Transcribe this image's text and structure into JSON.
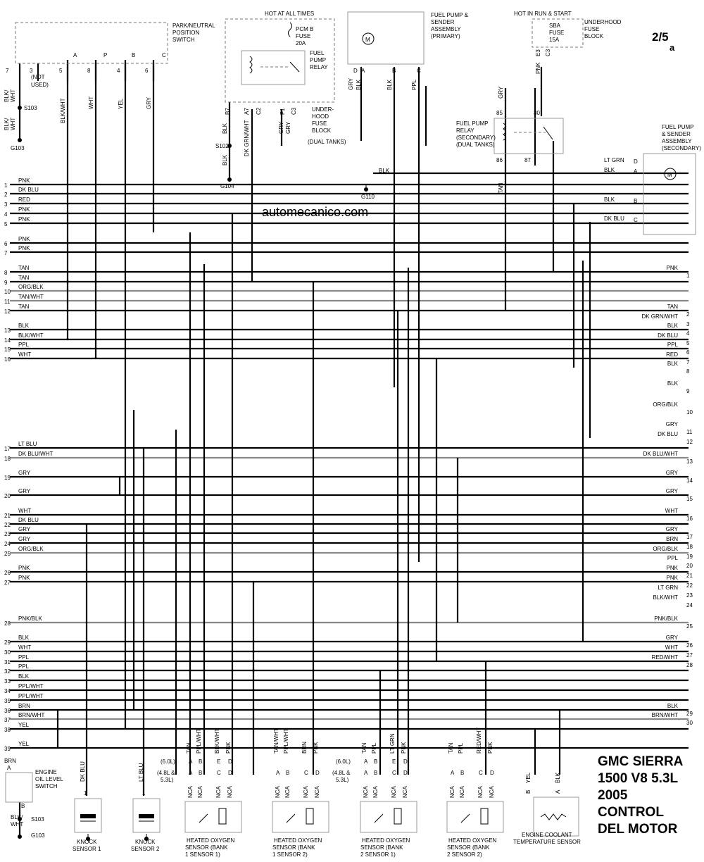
{
  "page": {
    "number": "2/5",
    "sub": "a"
  },
  "watermark": "automecanico.com",
  "footer_title": [
    "GMC SIERRA",
    "1500 V8 5.3L",
    "2005",
    "CONTROL",
    "DEL MOTOR"
  ],
  "colors": {
    "wire": "#000000",
    "gray_wire": "#888888",
    "component_box": "#999999"
  },
  "components": {
    "pnp_switch": {
      "label": "PARK/NEUTRAL POSITION SWITCH",
      "positions": [
        "A",
        "P",
        "B",
        "C"
      ],
      "pins": [
        {
          "num": "7",
          "color": "BLK/WHT"
        },
        {
          "num": "3",
          "color": "(NOT USED)"
        },
        {
          "num": "5",
          "color": "BLK/WHT"
        },
        {
          "num": "8",
          "color": "WHT"
        },
        {
          "num": "4",
          "color": "YEL"
        },
        {
          "num": "6",
          "color": "GRY"
        }
      ],
      "splice": "S103",
      "ground": "G103"
    },
    "underhood_fuse_block_a": {
      "header": "HOT AT ALL TIMES",
      "fuse": [
        "PCM B",
        "FUSE",
        "20A"
      ],
      "relay": [
        "FUEL",
        "PUMP",
        "RELAY"
      ],
      "footer": [
        "UNDER-",
        "HOOD",
        "FUSE",
        "BLOCK"
      ],
      "pins": [
        {
          "num": "B7",
          "color": "BLK"
        },
        {
          "num": "A7",
          "color": "DK GRN/WHT"
        },
        {
          "num": "C2",
          "color": ""
        },
        {
          "num": "F1",
          "color": "GRY"
        },
        {
          "num": "C3",
          "color": "GRY"
        }
      ],
      "splice": "S102",
      "ground": "G104",
      "note": "(DUAL TANKS)"
    },
    "fuel_pump_primary": {
      "label": [
        "FUEL PUMP &",
        "SENDER",
        "ASSEMBLY",
        "(PRIMARY)"
      ],
      "motor": "M",
      "pins": [
        {
          "num": "D",
          "color": "GRY"
        },
        {
          "num": "A",
          "color": "BLK"
        },
        {
          "num": "B",
          "color": "BLK"
        },
        {
          "num": "C",
          "color": "PPL"
        }
      ],
      "ground": "G110"
    },
    "underhood_fuse_block_b": {
      "header": "HOT IN RUN & START",
      "fuse": [
        "SBA",
        "FUSE",
        "15A"
      ],
      "label": [
        "UNDERHOOD",
        "FUSE",
        "BLOCK"
      ],
      "pins": [
        "E3",
        "C3"
      ],
      "wire": "PNK"
    },
    "fuel_pump_relay_secondary": {
      "label": [
        "FUEL PUMP",
        "RELAY",
        "(SECONDARY)",
        "(DUAL TANKS)"
      ],
      "pins": [
        "85",
        "30",
        "86",
        "87"
      ],
      "wires": [
        "GRY",
        "TAN"
      ]
    },
    "fuel_pump_secondary": {
      "label": [
        "FUEL PUMP",
        "& SENDER",
        "ASSEMBLY",
        "(SECONDARY)"
      ],
      "motor": "M",
      "pins": [
        {
          "num": "D",
          "color": "LT GRN"
        },
        {
          "num": "A",
          "color": "BLK"
        },
        {
          "num": "B",
          "color": "BLK"
        },
        {
          "num": "C",
          "color": "DK BLU"
        }
      ]
    },
    "oil_level_switch": {
      "label": [
        "ENGINE",
        "OIL LEVEL",
        "SWITCH"
      ],
      "pins": [
        "A",
        "B"
      ],
      "wires": [
        "BRN",
        "BLK/WHT"
      ],
      "splice": "S103",
      "ground": "G103"
    },
    "knock_sensor_1": {
      "label": [
        "KNOCK",
        "SENSOR 1"
      ],
      "pin": "1",
      "wire": "DK BLU"
    },
    "knock_sensor_2": {
      "label": [
        "KNOCK",
        "SENSOR 2"
      ],
      "pin": "1",
      "wire": "LT BLU"
    },
    "o2_sensors": [
      {
        "label": [
          "HEATED OXYGEN",
          "SENSOR (BANK",
          "1 SENSOR 1)"
        ],
        "pins": [
          "A",
          "B",
          "C",
          "D"
        ],
        "wires": [
          "TAN",
          "PPL/WHT",
          "BLK/WHT",
          "PNK"
        ],
        "engine_notes": [
          "(6.0L)",
          "(4.8L &",
          "5.3L)"
        ],
        "alt_pins": [
          "A",
          "B",
          "E",
          "D"
        ],
        "nca": [
          "NCA",
          "NCA",
          "NCA",
          "NCA"
        ]
      },
      {
        "label": [
          "HEATED OXYGEN",
          "SENSOR (BANK",
          "1 SENSOR 2)"
        ],
        "pins": [
          "A",
          "B",
          "C",
          "D"
        ],
        "wires": [
          "TAN/WHT",
          "PPL/WHT",
          "BRN",
          "PNK"
        ],
        "nca": [
          "NCA",
          "NCA",
          "NCA",
          "NCA"
        ]
      },
      {
        "label": [
          "HEATED OXYGEN",
          "SENSOR (BANK",
          "2 SENSOR 1)"
        ],
        "pins": [
          "A",
          "B",
          "C",
          "D"
        ],
        "wires": [
          "TAN",
          "PPL",
          "LT GRN",
          "PNK"
        ],
        "engine_notes": [
          "(6.0L)",
          "(4.8L &",
          "5.3L)"
        ],
        "alt_pins": [
          "A",
          "B",
          "E",
          "D"
        ],
        "nca": [
          "NCA",
          "NCA",
          "NCA",
          "NCA"
        ]
      },
      {
        "label": [
          "HEATED OXYGEN",
          "SENSOR (BANK",
          "2 SENSOR 2)"
        ],
        "pins": [
          "A",
          "B",
          "C",
          "D"
        ],
        "wires": [
          "TAN",
          "PPL",
          "RED/WHT",
          "PNK"
        ],
        "nca": [
          "NCA",
          "NCA",
          "NCA",
          "NCA"
        ]
      }
    ],
    "coolant_sensor": {
      "label": [
        "ENGINE COOLANT",
        "TEMPERATURE SENSOR"
      ],
      "pins": [
        {
          "num": "B",
          "color": "YEL"
        },
        {
          "num": "A",
          "color": "BLK"
        }
      ]
    }
  },
  "left_connector": [
    {
      "num": "1",
      "color": "PNK"
    },
    {
      "num": "2",
      "color": "DK BLU"
    },
    {
      "num": "3",
      "color": "RED"
    },
    {
      "num": "4",
      "color": "PNK"
    },
    {
      "num": "5",
      "color": "PNK"
    },
    {
      "num": "6",
      "color": "PNK"
    },
    {
      "num": "7",
      "color": "PNK"
    },
    {
      "num": "8",
      "color": "TAN"
    },
    {
      "num": "9",
      "color": "TAN"
    },
    {
      "num": "10",
      "color": "ORG/BLK"
    },
    {
      "num": "11",
      "color": "TAN/WHT"
    },
    {
      "num": "12",
      "color": "TAN"
    },
    {
      "num": "13",
      "color": "BLK"
    },
    {
      "num": "14",
      "color": "BLK/WHT"
    },
    {
      "num": "15",
      "color": "PPL"
    },
    {
      "num": "16",
      "color": "WHT"
    },
    {
      "num": "17",
      "color": "LT BLU"
    },
    {
      "num": "18",
      "color": "DK BLU/WHT"
    },
    {
      "num": "19",
      "color": "GRY"
    },
    {
      "num": "20",
      "color": "GRY"
    },
    {
      "num": "21",
      "color": "WHT"
    },
    {
      "num": "22",
      "color": "DK BLU"
    },
    {
      "num": "23",
      "color": "GRY"
    },
    {
      "num": "24",
      "color": "GRY"
    },
    {
      "num": "25",
      "color": "ORG/BLK"
    },
    {
      "num": "26",
      "color": "PNK"
    },
    {
      "num": "27",
      "color": "PNK"
    },
    {
      "num": "28",
      "color": "PNK/BLK"
    },
    {
      "num": "29",
      "color": "BLK"
    },
    {
      "num": "30",
      "color": "WHT"
    },
    {
      "num": "31",
      "color": "PPL"
    },
    {
      "num": "32",
      "color": "PPL"
    },
    {
      "num": "33",
      "color": "BLK"
    },
    {
      "num": "34",
      "color": "PPL/WHT"
    },
    {
      "num": "35",
      "color": "PPL/WHT"
    },
    {
      "num": "36",
      "color": "BRN"
    },
    {
      "num": "37",
      "color": "BRN/WHT"
    },
    {
      "num": "38",
      "color": "YEL"
    },
    {
      "num": "39",
      "color": "YEL"
    }
  ],
  "right_connector": [
    {
      "num": "1",
      "color": "PNK"
    },
    {
      "num": "2",
      "color": "TAN"
    },
    {
      "num": "3",
      "color": "DK GRN/WHT"
    },
    {
      "num": "4",
      "color": "BLK"
    },
    {
      "num": "5",
      "color": "DK BLU"
    },
    {
      "num": "6",
      "color": "PPL"
    },
    {
      "num": "7",
      "color": "RED"
    },
    {
      "num": "8",
      "color": "BLK"
    },
    {
      "num": "9",
      "color": "BLK"
    },
    {
      "num": "10",
      "color": "ORG/BLK"
    },
    {
      "num": "11",
      "color": "GRY"
    },
    {
      "num": "12",
      "color": "DK BLU"
    },
    {
      "num": "13",
      "color": "DK BLU/WHT"
    },
    {
      "num": "14",
      "color": "GRY"
    },
    {
      "num": "15",
      "color": "GRY"
    },
    {
      "num": "16",
      "color": "WHT"
    },
    {
      "num": "17",
      "color": "GRY"
    },
    {
      "num": "18",
      "color": "BRN"
    },
    {
      "num": "19",
      "color": "ORG/BLK"
    },
    {
      "num": "20",
      "color": "PPL"
    },
    {
      "num": "21",
      "color": "PNK"
    },
    {
      "num": "22",
      "color": "PNK"
    },
    {
      "num": "23",
      "color": "LT GRN"
    },
    {
      "num": "24",
      "color": "BLK/WHT"
    },
    {
      "num": "25",
      "color": "PNK/BLK"
    },
    {
      "num": "26",
      "color": "GRY"
    },
    {
      "num": "27",
      "color": "WHT"
    },
    {
      "num": "28",
      "color": "RED/WHT"
    },
    {
      "num": "29",
      "color": "BLK"
    },
    {
      "num": "30",
      "color": "BRN/WHT"
    }
  ]
}
